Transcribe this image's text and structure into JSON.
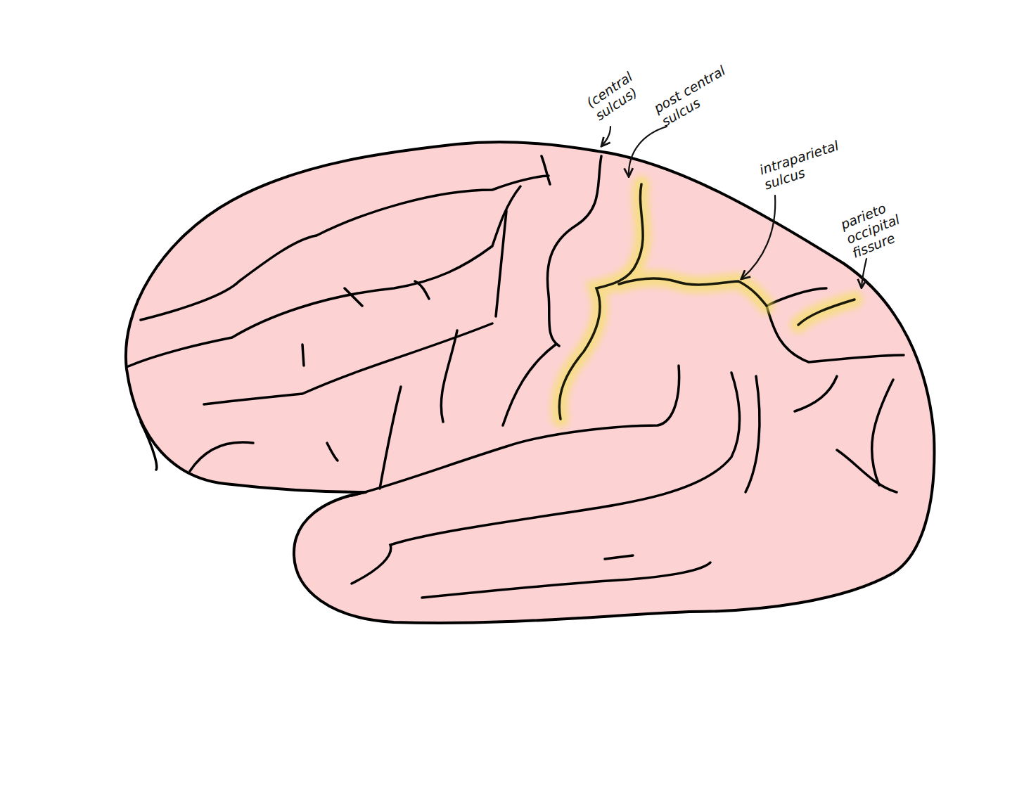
{
  "diagram": {
    "labels": [
      "(central sulcus)",
      "post central sulcus",
      "intraparietal sulcus",
      "parieto occipital fissure"
    ]
  }
}
